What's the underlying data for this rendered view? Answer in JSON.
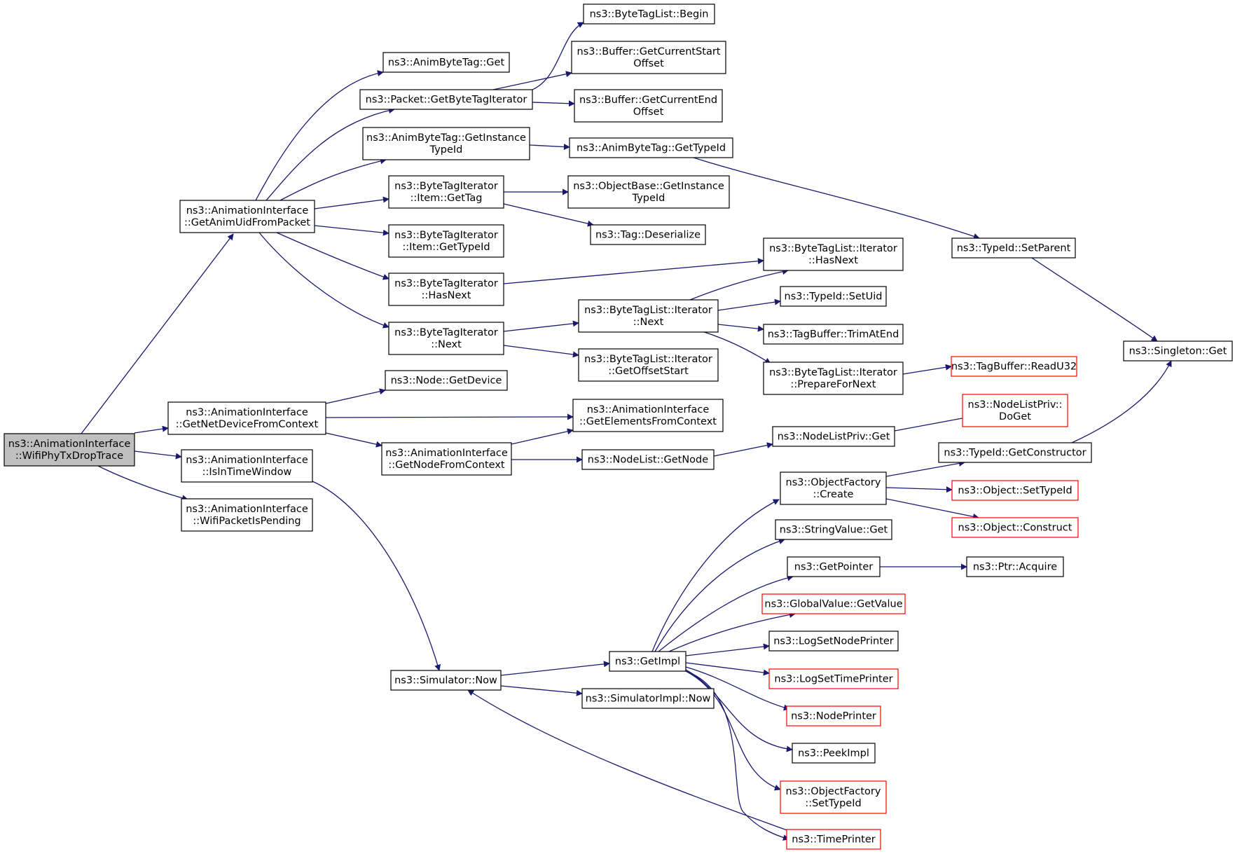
{
  "diagram": {
    "type": "call-graph",
    "colors": {
      "edge": "#191970",
      "node_border": "#000000",
      "node_border_truncated": "#ff0000",
      "root_fill": "#bfbfbf",
      "node_fill": "#ffffff"
    },
    "nodes": [
      {
        "id": "root",
        "lines": [
          "ns3::AnimationInterface",
          "::WifiPhyTxDropTrace"
        ],
        "style": "root"
      },
      {
        "id": "getAnimUid",
        "lines": [
          "ns3::AnimationInterface",
          "::GetAnimUidFromPacket"
        ],
        "style": "normal"
      },
      {
        "id": "getNetDevice",
        "lines": [
          "ns3::AnimationInterface",
          "::GetNetDeviceFromContext"
        ],
        "style": "normal"
      },
      {
        "id": "isInTimeWindow",
        "lines": [
          "ns3::AnimationInterface",
          "::IsInTimeWindow"
        ],
        "style": "normal"
      },
      {
        "id": "wifiPacketIsPending",
        "lines": [
          "ns3::AnimationInterface",
          "::WifiPacketIsPending"
        ],
        "style": "normal"
      },
      {
        "id": "animByteTagGet",
        "lines": [
          "ns3::AnimByteTag::Get"
        ],
        "style": "normal"
      },
      {
        "id": "packetGetByteTagIter",
        "lines": [
          "ns3::Packet::GetByteTagIterator"
        ],
        "style": "normal"
      },
      {
        "id": "animByteTagGetInstanceTypeId",
        "lines": [
          "ns3::AnimByteTag::GetInstance",
          "TypeId"
        ],
        "style": "normal"
      },
      {
        "id": "btiItemGetTag",
        "lines": [
          "ns3::ByteTagIterator",
          "::Item::GetTag"
        ],
        "style": "normal"
      },
      {
        "id": "btiItemGetTypeId",
        "lines": [
          "ns3::ByteTagIterator",
          "::Item::GetTypeId"
        ],
        "style": "normal"
      },
      {
        "id": "btiHasNext",
        "lines": [
          "ns3::ByteTagIterator",
          "::HasNext"
        ],
        "style": "normal"
      },
      {
        "id": "btiNext",
        "lines": [
          "ns3::ByteTagIterator",
          "::Next"
        ],
        "style": "normal"
      },
      {
        "id": "nodeGetDevice",
        "lines": [
          "ns3::Node::GetDevice"
        ],
        "style": "normal"
      },
      {
        "id": "getNodeFromContext",
        "lines": [
          "ns3::AnimationInterface",
          "::GetNodeFromContext"
        ],
        "style": "normal"
      },
      {
        "id": "simulatorNow",
        "lines": [
          "ns3::Simulator::Now"
        ],
        "style": "normal"
      },
      {
        "id": "btlBegin",
        "lines": [
          "ns3::ByteTagList::Begin"
        ],
        "style": "normal"
      },
      {
        "id": "bufferGetCurrentStartOffset",
        "lines": [
          "ns3::Buffer::GetCurrentStart",
          "Offset"
        ],
        "style": "normal"
      },
      {
        "id": "bufferGetCurrentEndOffset",
        "lines": [
          "ns3::Buffer::GetCurrentEnd",
          "Offset"
        ],
        "style": "normal"
      },
      {
        "id": "animByteTagGetTypeId",
        "lines": [
          "ns3::AnimByteTag::GetTypeId"
        ],
        "style": "normal"
      },
      {
        "id": "objectBaseGetInstanceTypeId",
        "lines": [
          "ns3::ObjectBase::GetInstance",
          "TypeId"
        ],
        "style": "normal"
      },
      {
        "id": "tagDeserialize",
        "lines": [
          "ns3::Tag::Deserialize"
        ],
        "style": "normal"
      },
      {
        "id": "btlIterNext",
        "lines": [
          "ns3::ByteTagList::Iterator",
          "::Next"
        ],
        "style": "normal"
      },
      {
        "id": "btlIterGetOffsetStart",
        "lines": [
          "ns3::ByteTagList::Iterator",
          "::GetOffsetStart"
        ],
        "style": "normal"
      },
      {
        "id": "getElementsFromContext",
        "lines": [
          "ns3::AnimationInterface",
          "::GetElementsFromContext"
        ],
        "style": "normal"
      },
      {
        "id": "nodeListGetNode",
        "lines": [
          "ns3::NodeList::GetNode"
        ],
        "style": "normal"
      },
      {
        "id": "getImpl",
        "lines": [
          "ns3::GetImpl"
        ],
        "style": "normal"
      },
      {
        "id": "simulatorImplNow",
        "lines": [
          "ns3::SimulatorImpl::Now"
        ],
        "style": "normal"
      },
      {
        "id": "btlIterHasNext",
        "lines": [
          "ns3::ByteTagList::Iterator",
          "::HasNext"
        ],
        "style": "normal"
      },
      {
        "id": "typeIdSetUid",
        "lines": [
          "ns3::TypeId::SetUid"
        ],
        "style": "normal"
      },
      {
        "id": "tagBufferTrimAtEnd",
        "lines": [
          "ns3::TagBuffer::TrimAtEnd"
        ],
        "style": "normal"
      },
      {
        "id": "btlIterPrepareForNext",
        "lines": [
          "ns3::ByteTagList::Iterator",
          "::PrepareForNext"
        ],
        "style": "normal"
      },
      {
        "id": "nodeListPrivGet",
        "lines": [
          "ns3::NodeListPriv::Get"
        ],
        "style": "normal"
      },
      {
        "id": "objectFactoryCreate",
        "lines": [
          "ns3::ObjectFactory",
          "::Create"
        ],
        "style": "normal"
      },
      {
        "id": "stringValueGet",
        "lines": [
          "ns3::StringValue::Get"
        ],
        "style": "normal"
      },
      {
        "id": "getPointer",
        "lines": [
          "ns3::GetPointer"
        ],
        "style": "normal"
      },
      {
        "id": "globalValueGetValue",
        "lines": [
          "ns3::GlobalValue::GetValue"
        ],
        "style": "truncated"
      },
      {
        "id": "logSetNodePrinter",
        "lines": [
          "ns3::LogSetNodePrinter"
        ],
        "style": "normal"
      },
      {
        "id": "logSetTimePrinter",
        "lines": [
          "ns3::LogSetTimePrinter"
        ],
        "style": "truncated"
      },
      {
        "id": "nodePrinter",
        "lines": [
          "ns3::NodePrinter"
        ],
        "style": "truncated"
      },
      {
        "id": "peekImpl",
        "lines": [
          "ns3::PeekImpl"
        ],
        "style": "normal"
      },
      {
        "id": "objectFactorySetTypeId",
        "lines": [
          "ns3::ObjectFactory",
          "::SetTypeId"
        ],
        "style": "truncated"
      },
      {
        "id": "timePrinter",
        "lines": [
          "ns3::TimePrinter"
        ],
        "style": "truncated"
      },
      {
        "id": "typeIdSetParent",
        "lines": [
          "ns3::TypeId::SetParent"
        ],
        "style": "normal"
      },
      {
        "id": "tagBufferReadU32",
        "lines": [
          "ns3::TagBuffer::ReadU32"
        ],
        "style": "truncated"
      },
      {
        "id": "nodeListPrivDoGet",
        "lines": [
          "ns3::NodeListPriv::",
          "DoGet"
        ],
        "style": "truncated"
      },
      {
        "id": "typeIdGetConstructor",
        "lines": [
          "ns3::TypeId::GetConstructor"
        ],
        "style": "normal"
      },
      {
        "id": "objectSetTypeId",
        "lines": [
          "ns3::Object::SetTypeId"
        ],
        "style": "truncated"
      },
      {
        "id": "objectConstruct",
        "lines": [
          "ns3::Object::Construct"
        ],
        "style": "truncated"
      },
      {
        "id": "ptrAcquire",
        "lines": [
          "ns3::Ptr::Acquire"
        ],
        "style": "normal"
      },
      {
        "id": "singletonGet",
        "lines": [
          "ns3::Singleton::Get"
        ],
        "style": "normal"
      }
    ]
  }
}
